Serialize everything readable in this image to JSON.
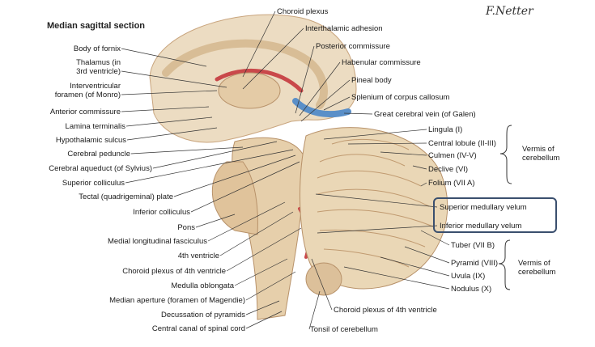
{
  "title": "Median sagittal section",
  "signature": "F.Netter",
  "left_labels": [
    "Body of fornix",
    "Thalamus (in",
    "3rd ventricle)",
    "Interventricular",
    "foramen (of Monro)",
    "Anterior commissure",
    "Lamina terminalis",
    "Hypothalamic sulcus",
    "Cerebral peduncle",
    "Cerebral aqueduct (of Sylvius)",
    "Superior colliculus",
    "Tectal (quadrigeminal) plate",
    "Inferior colliculus",
    "Pons",
    "Medial longitudinal fasciculus",
    "4th ventricle",
    "Choroid plexus of 4th ventricle",
    "Medulla oblongata",
    "Median aperture (foramen of Magendie)",
    "Decussation of pyramids",
    "Central canal of spinal cord"
  ],
  "top_labels": [
    "Choroid plexus",
    "Interthalamic adhesion",
    "Posterior commissure",
    "Habenular commissure",
    "Pineal body",
    "Splenium of corpus callosum",
    "Great cerebral vein (of Galen)"
  ],
  "right_labels": [
    "Lingula (I)",
    "Central lobule (II-III)",
    "Culmen (IV-V)",
    "Declive (VI)",
    "Folium (VII A)",
    "Superior medullary velum",
    "Inferior medullary velum",
    "Tuber (VII B)",
    "Pyramid (VIII)",
    "Uvula (IX)",
    "Nodulus (X)"
  ],
  "bottom_labels": [
    "Choroid plexus of 4th ventricle",
    "Tonsil of cerebellum"
  ],
  "groups": [
    {
      "line1": "Vermis of",
      "line2": "cerebellum"
    },
    {
      "line1": "Vermis of",
      "line2": "cerebellum"
    }
  ],
  "colors": {
    "tissue": "#e9d6b8",
    "tissue_dark": "#c9a57e",
    "red": "#c9484a",
    "blue": "#5a8fc8",
    "highlight": "#3a4f6e"
  }
}
